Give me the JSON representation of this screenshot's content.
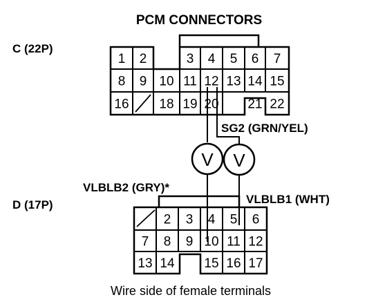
{
  "title": "PCM CONNECTORS",
  "connector_c": {
    "label": "C (22P)",
    "rows": [
      [
        "1",
        "2",
        "",
        "3",
        "4",
        "5",
        "6",
        "7"
      ],
      [
        "8",
        "9",
        "10",
        "11",
        "12",
        "13",
        "14",
        "15"
      ],
      [
        "16",
        "/",
        "18",
        "19",
        "20",
        "",
        "21",
        "22"
      ]
    ]
  },
  "connector_d": {
    "label": "D (17P)",
    "rows": [
      [
        "/",
        "2",
        "3",
        "4",
        "5",
        "6"
      ],
      [
        "7",
        "8",
        "9",
        "10",
        "11",
        "12"
      ],
      [
        "13",
        "14",
        "",
        "15",
        "16",
        "17"
      ]
    ]
  },
  "wire_labels": {
    "sg2": "SG2 (GRN/YEL)",
    "vlblb2": "VLBLB2 (GRY)*",
    "vlblb1": "VLBLB1 (WHT)"
  },
  "meter_symbol": "V",
  "caption": "Wire side of female terminals"
}
